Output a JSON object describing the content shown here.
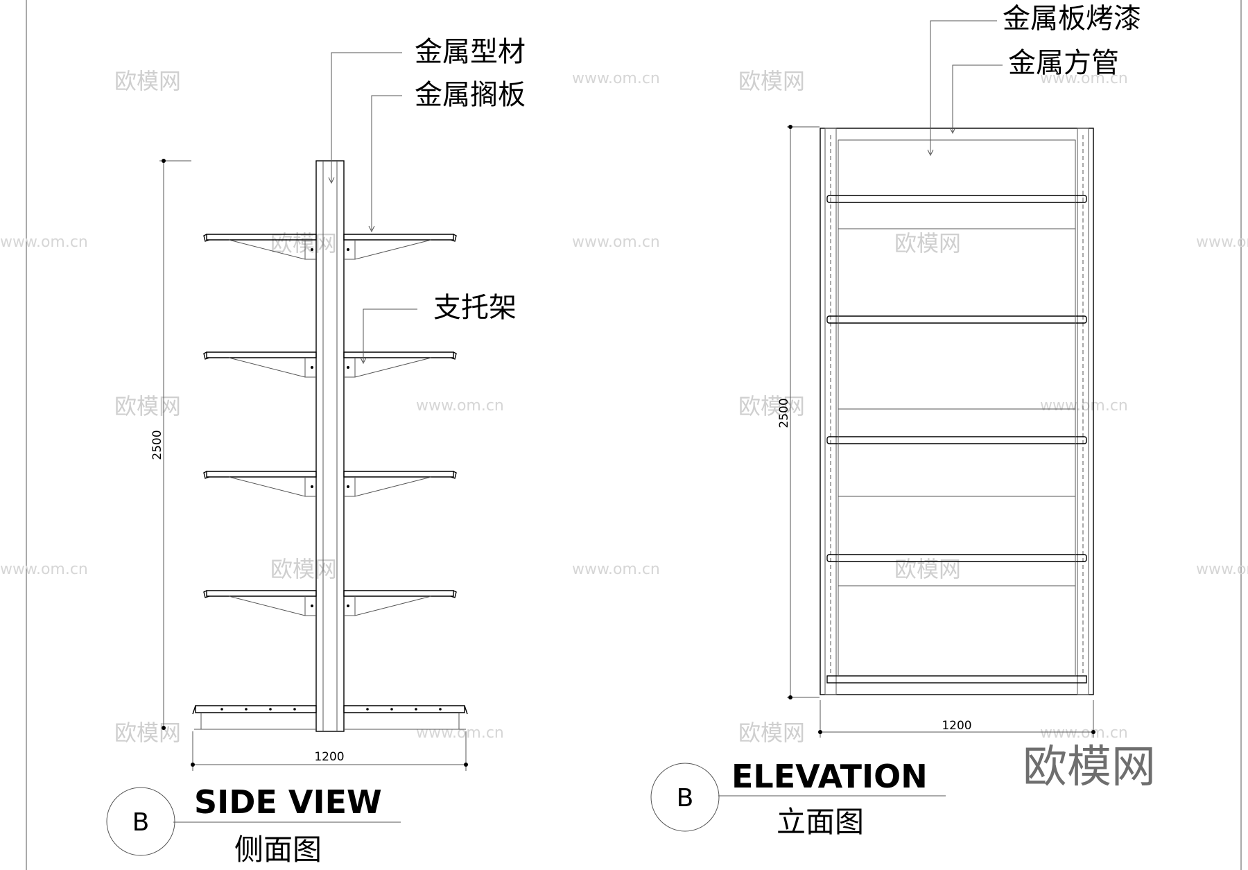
{
  "side_view": {
    "callouts": [
      "金属型材",
      "金属搁板",
      "支托架"
    ],
    "height_dim": "2500",
    "width_dim": "1200",
    "tag": "B",
    "title": "SIDE VIEW",
    "subtitle": "侧面图"
  },
  "elevation": {
    "callouts": [
      "金属板烤漆",
      "金属方管"
    ],
    "height_dim": "2500",
    "width_dim": "1200",
    "tag": "B",
    "title": "ELEVATION",
    "subtitle": "立面图"
  },
  "watermark": {
    "logo_text": "欧模网",
    "url_text": "www.om.cn"
  }
}
